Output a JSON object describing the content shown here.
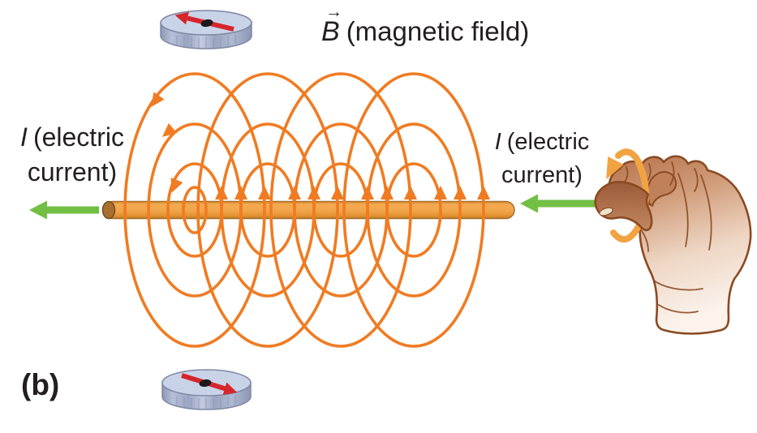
{
  "figure": {
    "panel_label": "(b)",
    "field_label": {
      "symbol": "B",
      "vector_arrow": "→",
      "rest": "(magnetic field)"
    },
    "current_label_left": {
      "symbol": "I",
      "rest": "(electric",
      "line2": "current)"
    },
    "current_label_right": {
      "symbol": "I",
      "rest": "(electric",
      "line2": "current)"
    },
    "colors": {
      "field_line_orange": "#F07B22",
      "wire_orange": "#F2A44C",
      "wire_end_cap_brown": "#A96F2F",
      "current_arrow_green": "#72BF44",
      "compass_face_blue": "#C9D3E8",
      "compass_rim_blue": "#9AA5C2",
      "needle_red": "#D5262C",
      "rotation_ring_orange": "#F1A342",
      "hand_outline_brown": "#8A4A22",
      "text_black": "#231F20"
    },
    "compasses": [
      {
        "id": "top",
        "needle_points": "upper-left"
      },
      {
        "id": "bottom",
        "needle_points": "lower-right"
      }
    ],
    "field_line_groups": 4
  }
}
